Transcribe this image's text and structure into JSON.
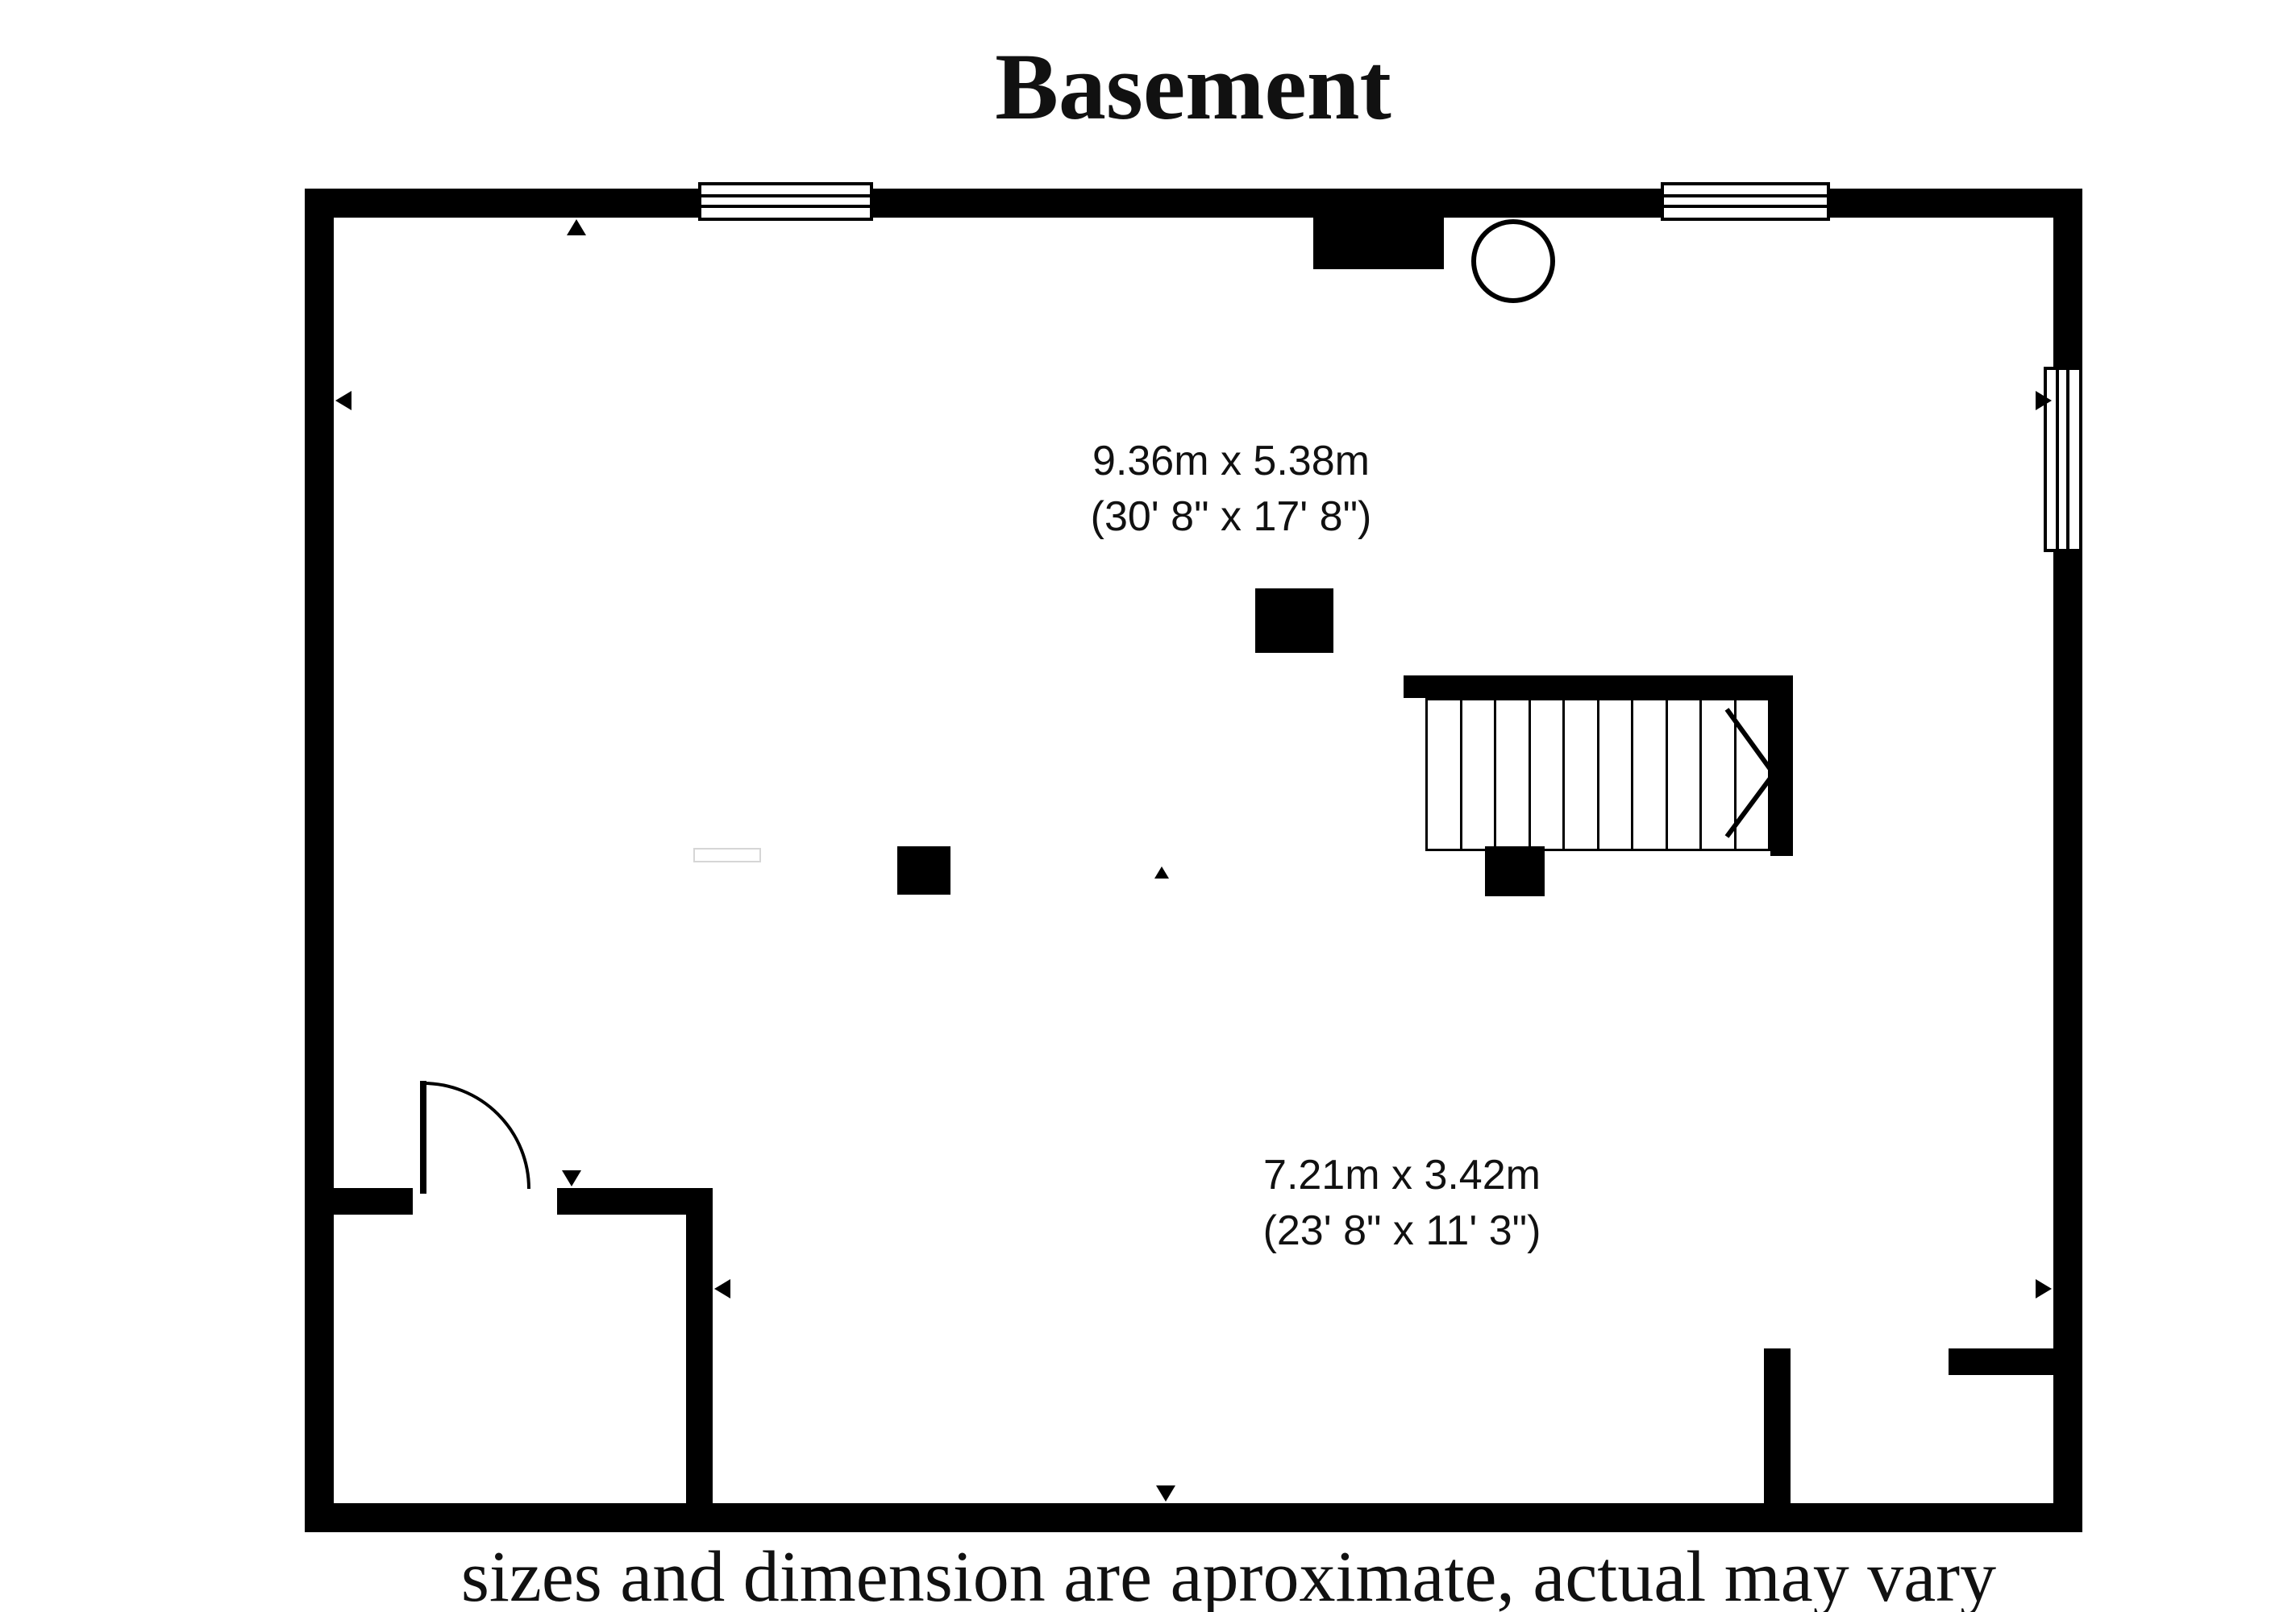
{
  "title": "Basement",
  "footer_note": "sizes and dimension are aproximate, actual may vary",
  "rooms": {
    "main_room": {
      "metric": "9.36m x 5.38m",
      "imperial": "(30' 8\" x 17' 8\")"
    },
    "lower_room": {
      "metric": "7.21m x 3.42m",
      "imperial": "(23' 8\" x 11' 3\")"
    }
  },
  "colors": {
    "wall": "#000000",
    "background": "#ffffff"
  }
}
